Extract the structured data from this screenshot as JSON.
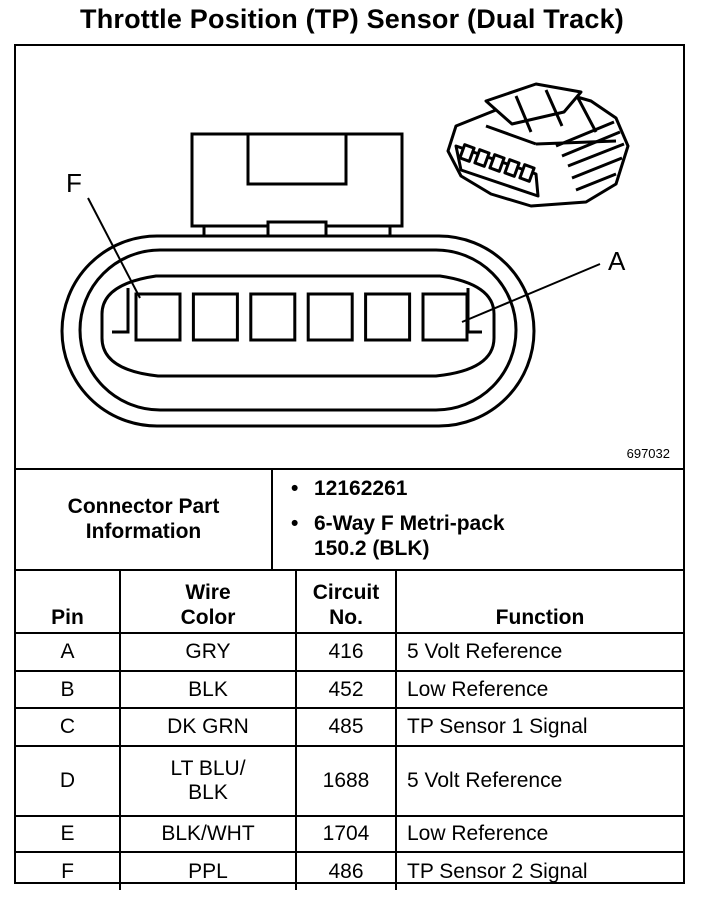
{
  "title": "Throttle Position (TP) Sensor (Dual Track)",
  "diagram": {
    "label_pin_f": "F",
    "label_pin_a": "A",
    "figure_number": "697032",
    "cavity_count": 6
  },
  "connector_info": {
    "label_lines": [
      "Connector Part",
      "Information"
    ],
    "part_number": "12162261",
    "description_lines": [
      "6-Way F Metri-pack",
      "150.2 (BLK)"
    ]
  },
  "table": {
    "headers": {
      "pin": [
        "Pin"
      ],
      "wire_color": [
        "Wire",
        "Color"
      ],
      "circuit": [
        "Circuit",
        "No."
      ],
      "function": [
        "Function"
      ]
    },
    "rows": [
      {
        "pin": "A",
        "color_lines": [
          "GRY"
        ],
        "circuit": "416",
        "function": "5 Volt Reference"
      },
      {
        "pin": "B",
        "color_lines": [
          "BLK"
        ],
        "circuit": "452",
        "function": "Low Reference"
      },
      {
        "pin": "C",
        "color_lines": [
          "DK GRN"
        ],
        "circuit": "485",
        "function": "TP Sensor 1 Signal"
      },
      {
        "pin": "D",
        "color_lines": [
          "LT BLU/",
          "BLK"
        ],
        "circuit": "1688",
        "function": "5 Volt Reference"
      },
      {
        "pin": "E",
        "color_lines": [
          "BLK/WHT"
        ],
        "circuit": "1704",
        "function": "Low Reference"
      },
      {
        "pin": "F",
        "color_lines": [
          "PPL"
        ],
        "circuit": "486",
        "function": "TP Sensor 2 Signal"
      }
    ]
  }
}
